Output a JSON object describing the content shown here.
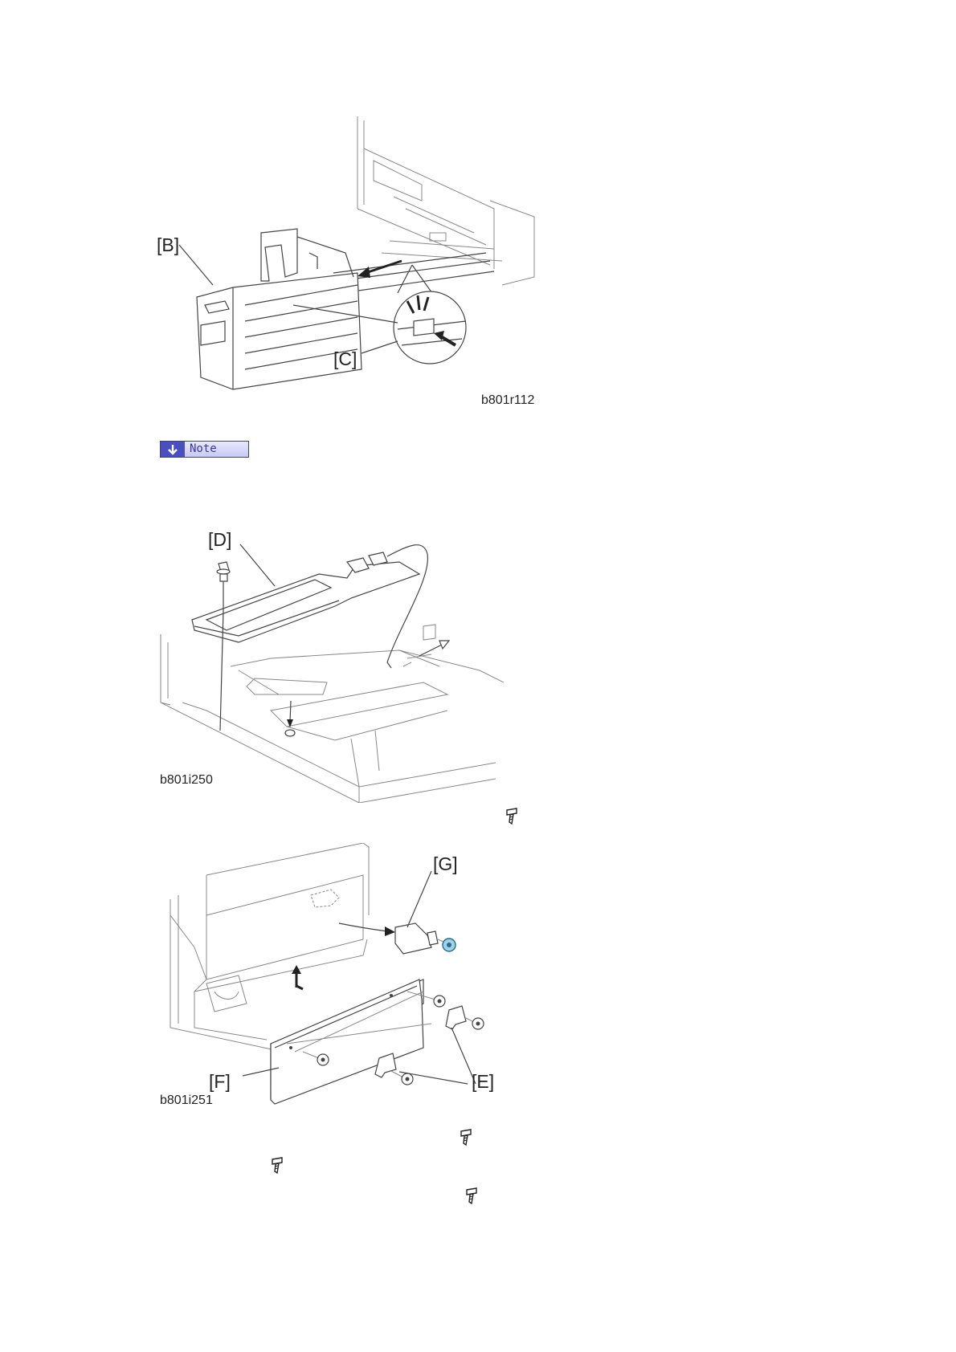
{
  "figures": {
    "fig1": {
      "code": "b801r112",
      "labels": {
        "b": "[B]",
        "c": "[C]"
      }
    },
    "fig2": {
      "code": "b801i250",
      "labels": {
        "d": "[D]"
      }
    },
    "fig3": {
      "code": "b801i251",
      "labels": {
        "g": "[G]",
        "e": "[E]",
        "f": "[F]"
      }
    }
  },
  "note": {
    "label": "Note",
    "icon": "down-arrow-icon",
    "colors": {
      "border": "#3a3aa0",
      "arrow_bg": "#4a4fc0",
      "text": "#3a3aa0"
    }
  },
  "icons": {
    "screw": "screw-icon"
  }
}
